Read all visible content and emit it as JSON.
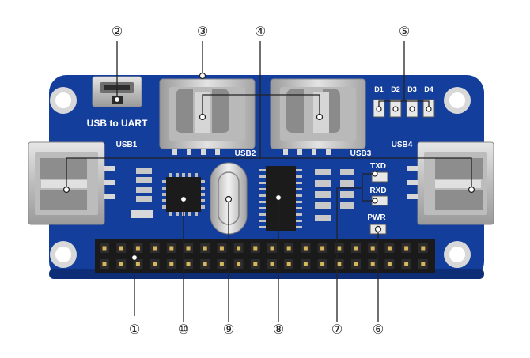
{
  "colors": {
    "pcb": "#143e9c",
    "pcb_dark": "#0d2d77",
    "hole_ring": "#d8d8d8",
    "usb_metal": "#c9c9c9",
    "usb_dark": "#8e8e8e",
    "chip": "#1b1b1b",
    "header_pin": "#d7b55a",
    "header_plastic": "#1a1a1a",
    "leader_line": "#222222",
    "silk": "#ffffff"
  },
  "board": {
    "labels": {
      "usb_to_uart": "USB to UART",
      "usb1": "USB1",
      "usb2": "USB2",
      "usb3": "USB3",
      "usb4": "USB4",
      "d1": "D1",
      "d2": "D2",
      "d3": "D3",
      "d4": "D4",
      "txd": "TXD",
      "rxd": "RXD",
      "pwr": "PWR"
    }
  },
  "callouts": {
    "c1": "①",
    "c2": "②",
    "c3": "③",
    "c4": "④",
    "c5": "⑤",
    "c6": "⑥",
    "c7": "⑦",
    "c8": "⑧",
    "c9": "⑨",
    "c10": "⑩"
  }
}
